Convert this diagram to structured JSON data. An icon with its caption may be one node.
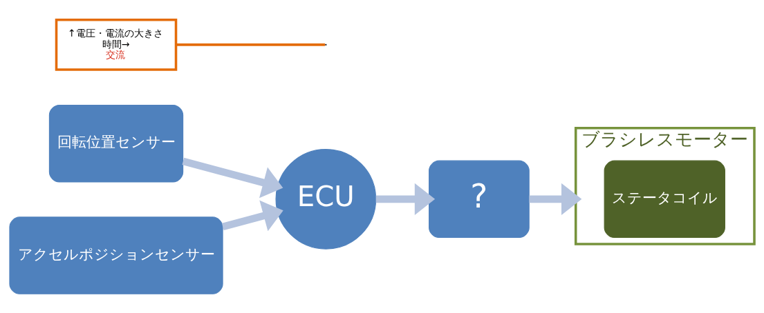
{
  "diagram": {
    "nodes": [
      {
        "text": [
          "回転位置センサー"
        ]
      },
      {
        "text": [
          "アクセルポジションセンサー"
        ]
      },
      {
        "text": [
          "ECU"
        ]
      },
      {
        "text": [
          "?"
        ]
      },
      {
        "text": [
          "ブラシレスモーター"
        ]
      },
      {
        "text": [
          "ステータコイル"
        ],
        "in": 4
      },
      {
        "text": [
          "↑電圧・電流の大きさ",
          "時間→",
          "交流"
        ]
      }
    ],
    "edges": [
      {
        "from": 0,
        "to": 2,
        "arrow": "to"
      },
      {
        "from": 1,
        "to": 2,
        "arrow": "to"
      },
      {
        "from": 2,
        "to": 3,
        "arrow": "to"
      },
      {
        "from": 3,
        "to": 4,
        "arrow": "to"
      },
      {
        "from": 6,
        "to": null,
        "arrow": "none",
        "color": "#e46c0a"
      }
    ]
  }
}
